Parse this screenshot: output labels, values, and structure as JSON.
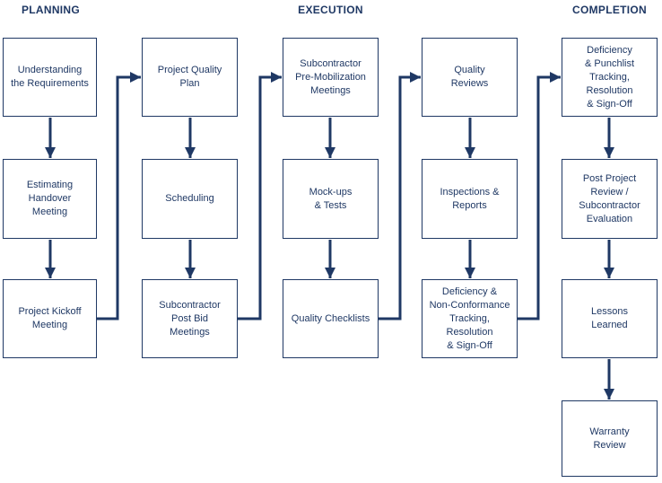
{
  "colors": {
    "accent": "#1f3864",
    "background": "#ffffff"
  },
  "phases": [
    {
      "label": "PLANNING"
    },
    {
      "label": "EXECUTION"
    },
    {
      "label": "COMPLETION"
    }
  ],
  "columns": [
    {
      "boxes": [
        {
          "label": "Understanding\nthe Requirements"
        },
        {
          "label": "Estimating\nHandover\nMeeting"
        },
        {
          "label": "Project Kickoff\nMeeting"
        }
      ]
    },
    {
      "boxes": [
        {
          "label": "Project Quality\nPlan"
        },
        {
          "label": "Scheduling"
        },
        {
          "label": "Subcontractor\nPost Bid\nMeetings"
        }
      ]
    },
    {
      "boxes": [
        {
          "label": "Subcontractor\nPre-Mobilization\nMeetings"
        },
        {
          "label": "Mock-ups\n& Tests"
        },
        {
          "label": "Quality Checklists"
        }
      ]
    },
    {
      "boxes": [
        {
          "label": "Quality\nReviews"
        },
        {
          "label": "Inspections &\nReports"
        },
        {
          "label": "Deficiency &\nNon-Conformance\nTracking,\nResolution\n& Sign-Off"
        }
      ]
    },
    {
      "boxes": [
        {
          "label": "Deficiency\n& Punchlist\nTracking,\nResolution\n& Sign-Off"
        },
        {
          "label": "Post Project\nReview /\nSubcontractor\nEvaluation"
        },
        {
          "label": "Lessons\nLearned"
        },
        {
          "label": "Warranty\nReview"
        }
      ]
    }
  ]
}
